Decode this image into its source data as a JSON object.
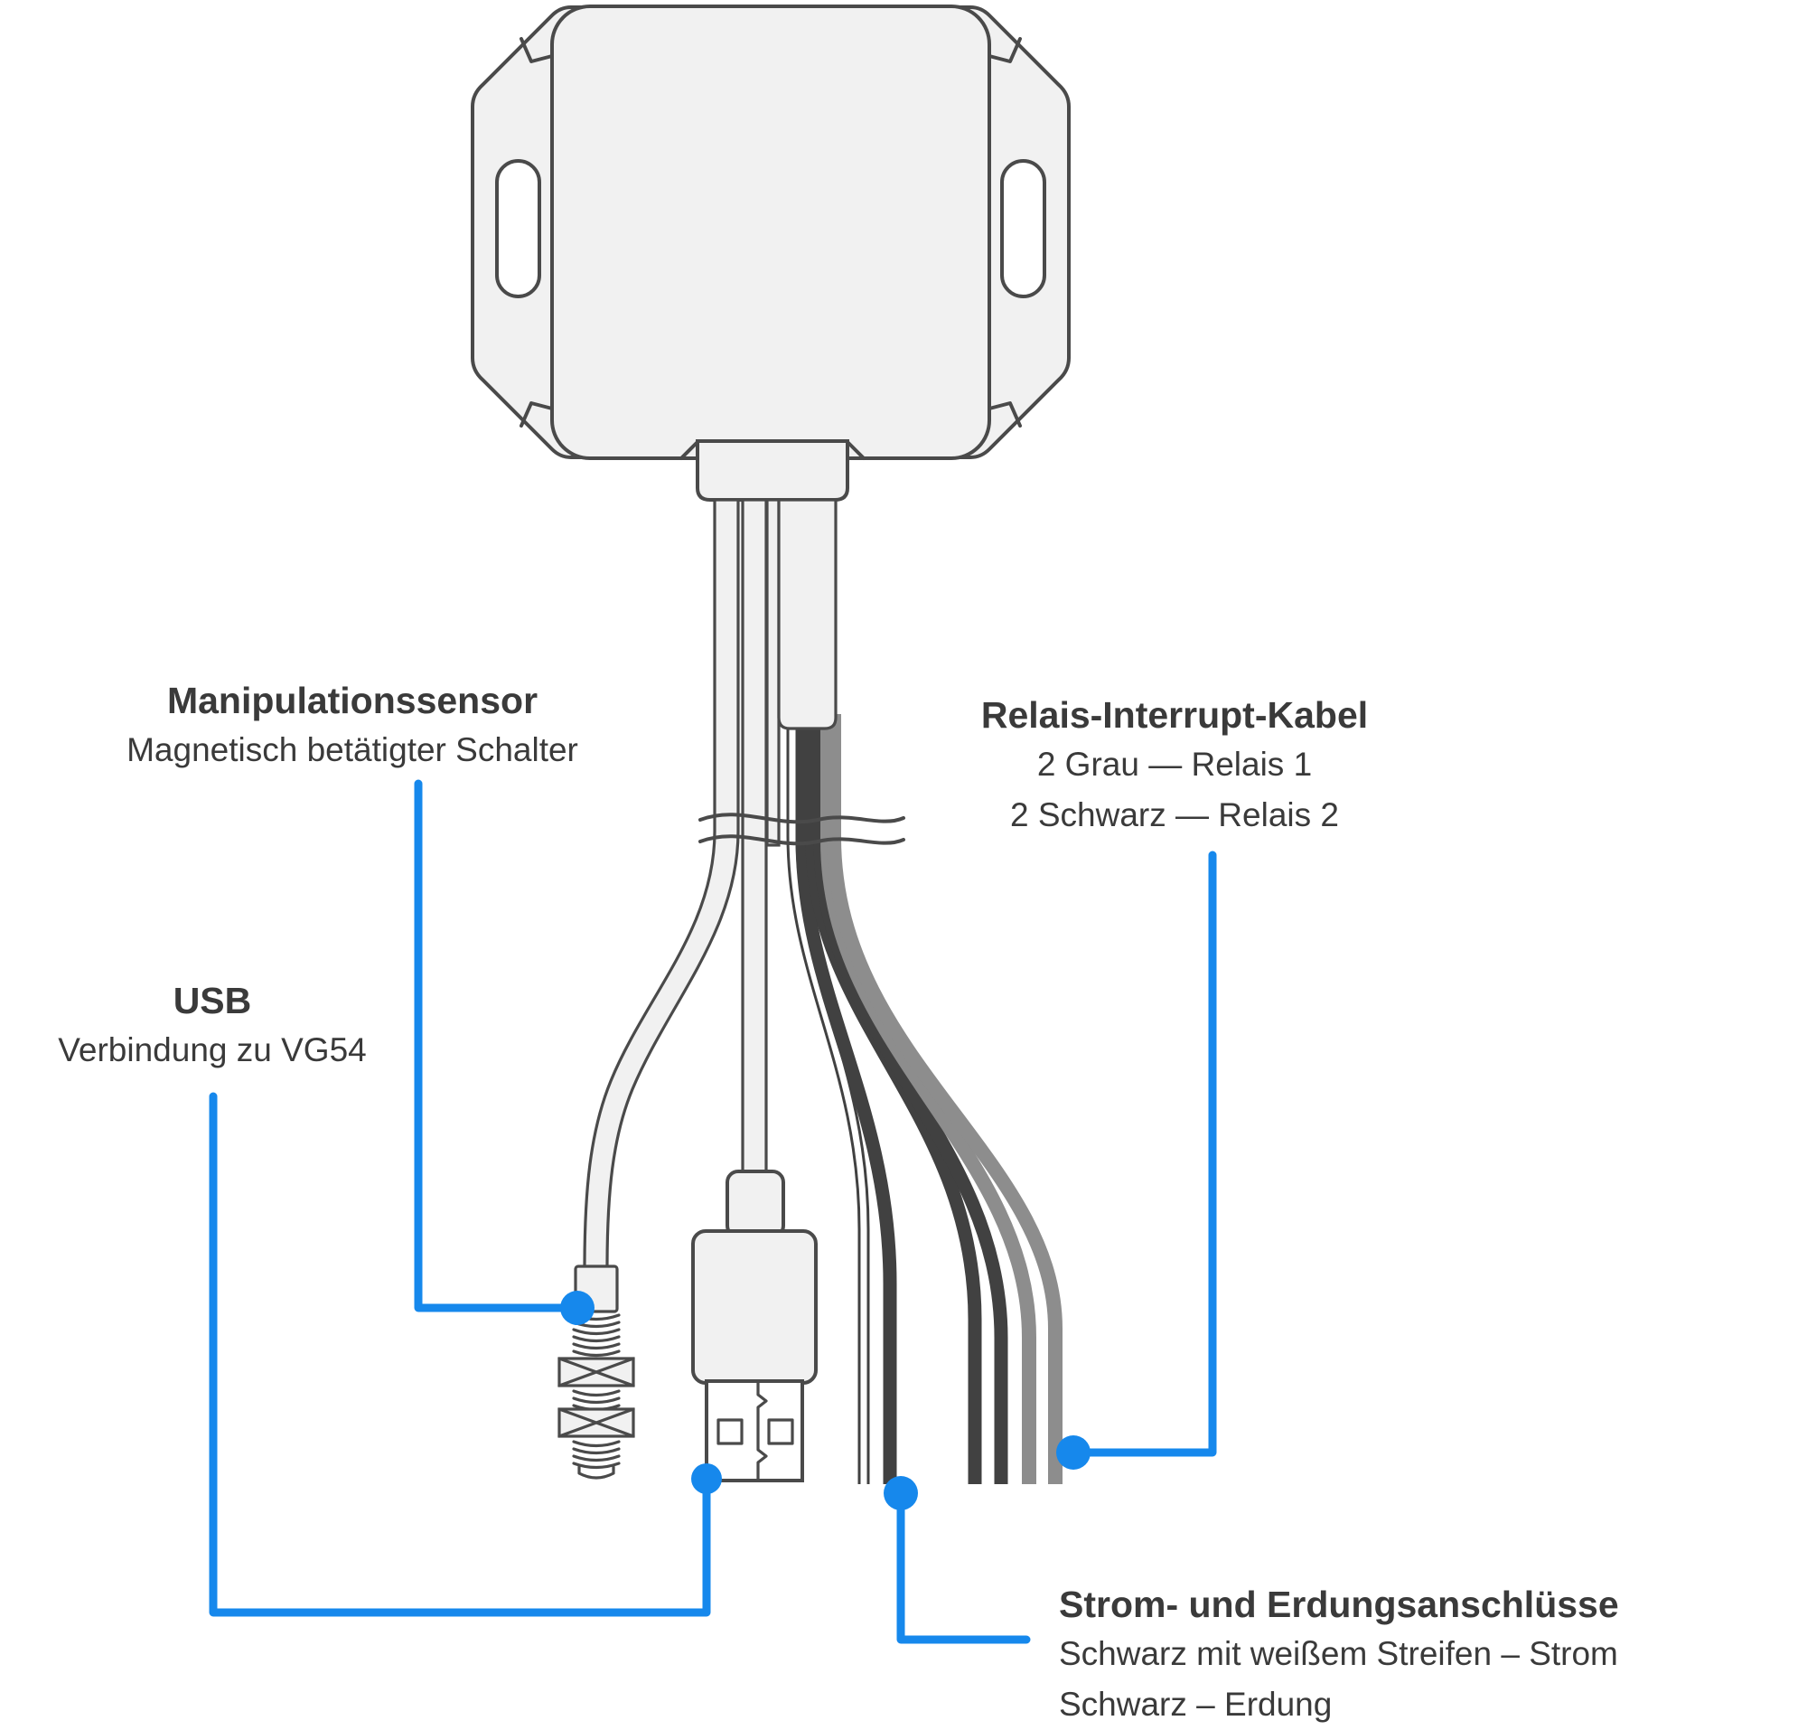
{
  "labels": {
    "tamper": {
      "title": "Manipulationssensor",
      "subtitle": "Magnetisch betätigter Schalter"
    },
    "usb": {
      "title": "USB",
      "subtitle": "Verbindung zu VG54"
    },
    "relay": {
      "title": "Relais-Interrupt-Kabel",
      "line1": "2 Grau — Relais 1",
      "line2": "2 Schwarz — Relais 2"
    },
    "power": {
      "title": "Strom- und Erdungsanschlüsse",
      "line1": "Schwarz mit weißem Streifen – Strom",
      "line2": "Schwarz – Erdung"
    }
  },
  "colors": {
    "accent": "#1688ec",
    "outline": "#4a4a4a",
    "wire_black": "#414141",
    "wire_gray": "#8d8d8d",
    "fill_light": "#f1f1f1",
    "fill_white": "#ffffff",
    "text": "#3a3a3a",
    "bg": "#ffffff"
  }
}
